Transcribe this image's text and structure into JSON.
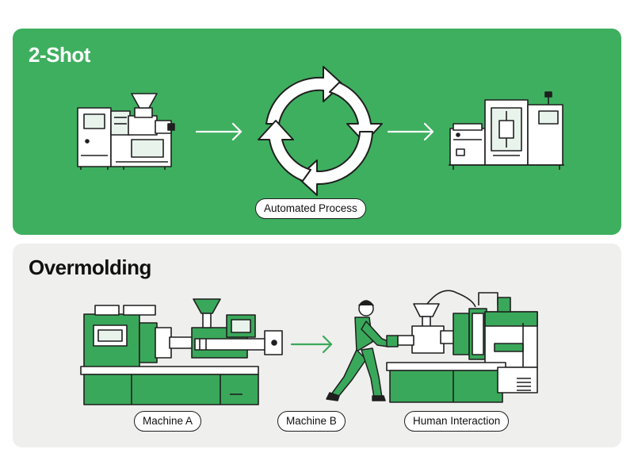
{
  "two_shot": {
    "title": "2-Shot",
    "process_label": "Automated Process",
    "icons": [
      "injection-molding-machine-icon",
      "arrow-right-icon",
      "cycle-arrows-icon",
      "arrow-right-icon",
      "molding-machine-icon"
    ]
  },
  "overmolding": {
    "title": "Overmolding",
    "labels": {
      "machine_a": "Machine A",
      "machine_b": "Machine B",
      "human": "Human Interaction"
    },
    "icons": [
      "machine-a-icon",
      "arrow-right-icon",
      "worker-icon",
      "machine-b-icon"
    ]
  },
  "colors": {
    "top_panel": "#3eaf5f",
    "bottom_panel": "#efefed",
    "machine_green": "#3aa85a",
    "line": "#1f1f1f"
  }
}
